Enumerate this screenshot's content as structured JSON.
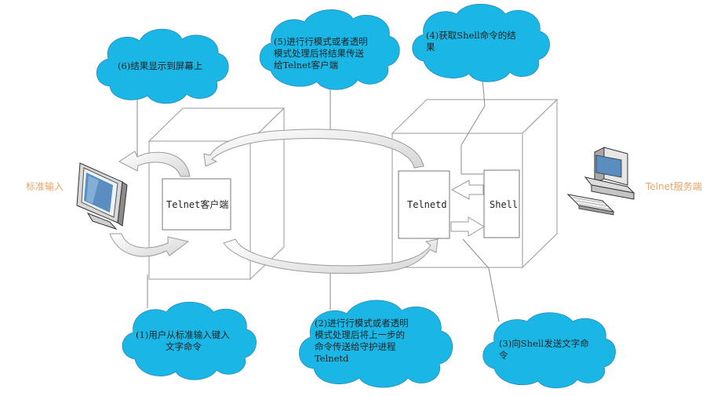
{
  "labels": {
    "standard_input": "标准输入",
    "telnet_server": "Telnet服务端",
    "telnet_client_box": "Telnet客户端",
    "telnetd_box": "Telnetd",
    "shell_box": "Shell"
  },
  "clouds": {
    "step1": [
      "(1)用户从标准输入键入",
      "文字命令"
    ],
    "step2": [
      "(2)进行行模式或者透明",
      "模式处理后将上一步的",
      "命令传送给守护进程",
      "Telnetd"
    ],
    "step3": [
      "(3)向Shell发送文字命",
      "令"
    ],
    "step4": [
      "(4)获取Shell命令的结",
      "果"
    ],
    "step5": [
      "(5)进行行模式或者透明",
      "模式处理后将结果传送",
      "给Telnet客户端"
    ],
    "step6": [
      "(6)结果显示到屏幕上"
    ]
  },
  "colors": {
    "cloud_fill": "#1ab7e6",
    "side_label": "#e8a46a",
    "line": "#8a8a8a"
  }
}
